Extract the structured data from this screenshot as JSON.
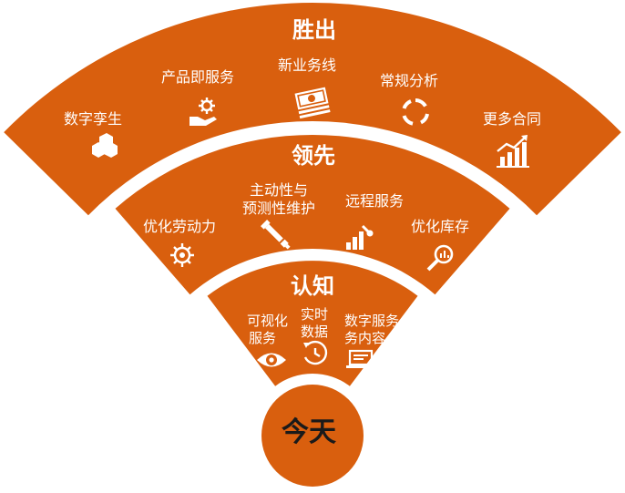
{
  "colors": {
    "fan": "#D95F0E",
    "center": "#D95F0E",
    "text": "#FFFFFF",
    "center_text": "#1A1A1A"
  },
  "center": {
    "label": "今天"
  },
  "tiers": {
    "outer": {
      "title": "胜出",
      "items": [
        {
          "label": "数字孪生",
          "icon": "hexagon-icon"
        },
        {
          "label": "产品即服务",
          "icon": "hand-gear-icon"
        },
        {
          "label": "新业务线",
          "icon": "money-stack-icon"
        },
        {
          "label": "常规分析",
          "icon": "circle-cycle-icon"
        },
        {
          "label": "更多合同",
          "icon": "growth-chart-icon"
        }
      ]
    },
    "middle": {
      "title": "领先",
      "items": [
        {
          "label": "优化劳动力",
          "icon": "gear-person-icon"
        },
        {
          "label_lines": [
            "主动性与",
            "预测性维护"
          ],
          "icon": "wrench-icon"
        },
        {
          "label": "远程服务",
          "icon": "bar-wrench-icon"
        },
        {
          "label": "优化库存",
          "icon": "magnifier-icon"
        }
      ]
    },
    "inner": {
      "title": "认知",
      "items": [
        {
          "label_lines": [
            "可视化",
            "服务"
          ],
          "icon": "eye-icon"
        },
        {
          "label_lines": [
            "实时",
            "数据"
          ],
          "icon": "clock-icon"
        },
        {
          "label_lines": [
            "数字服务",
            "务内容"
          ],
          "icon": "laptop-icon"
        }
      ]
    }
  }
}
